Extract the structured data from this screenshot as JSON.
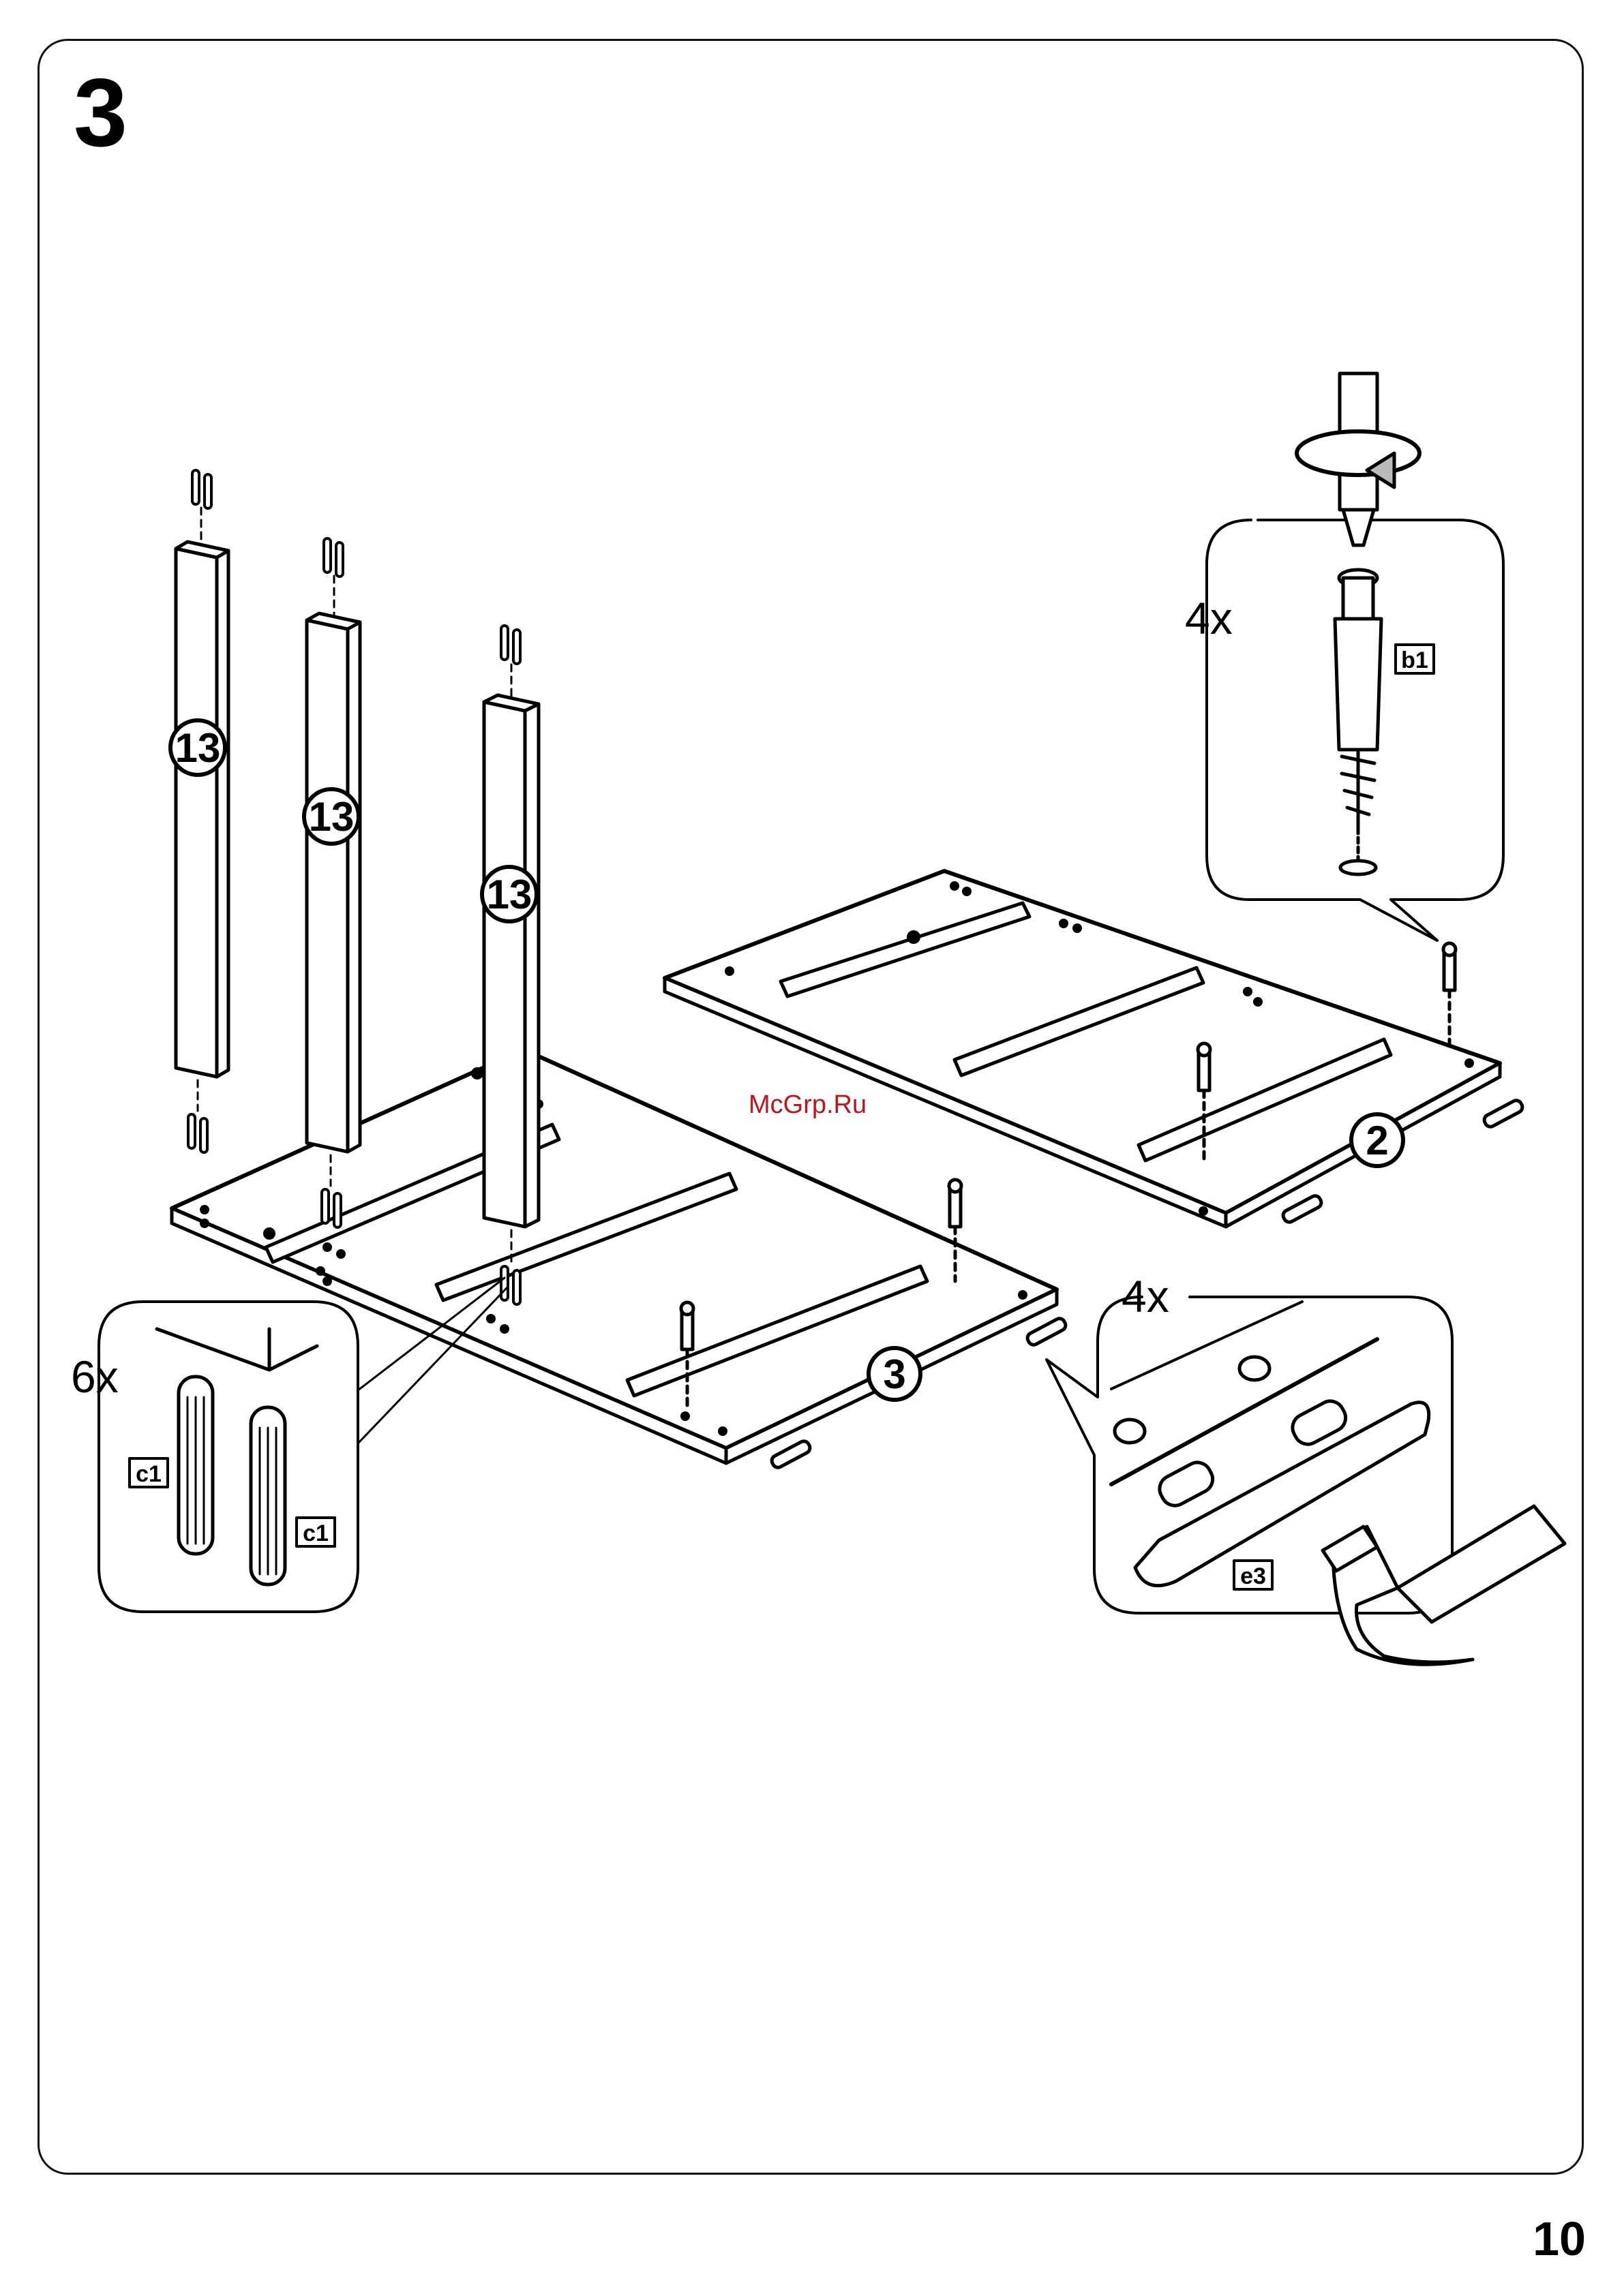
{
  "step": {
    "number": "3"
  },
  "page": {
    "number": "10"
  },
  "watermark": "McGrp.Ru",
  "callouts": {
    "part_13": "13",
    "panel_2": "2",
    "panel_3": "3",
    "screw": {
      "quantity": "4x",
      "part": "b1"
    },
    "dowel": {
      "quantity": "6x",
      "part": "c1"
    },
    "foot": {
      "quantity": "4x",
      "part": "e3"
    }
  }
}
